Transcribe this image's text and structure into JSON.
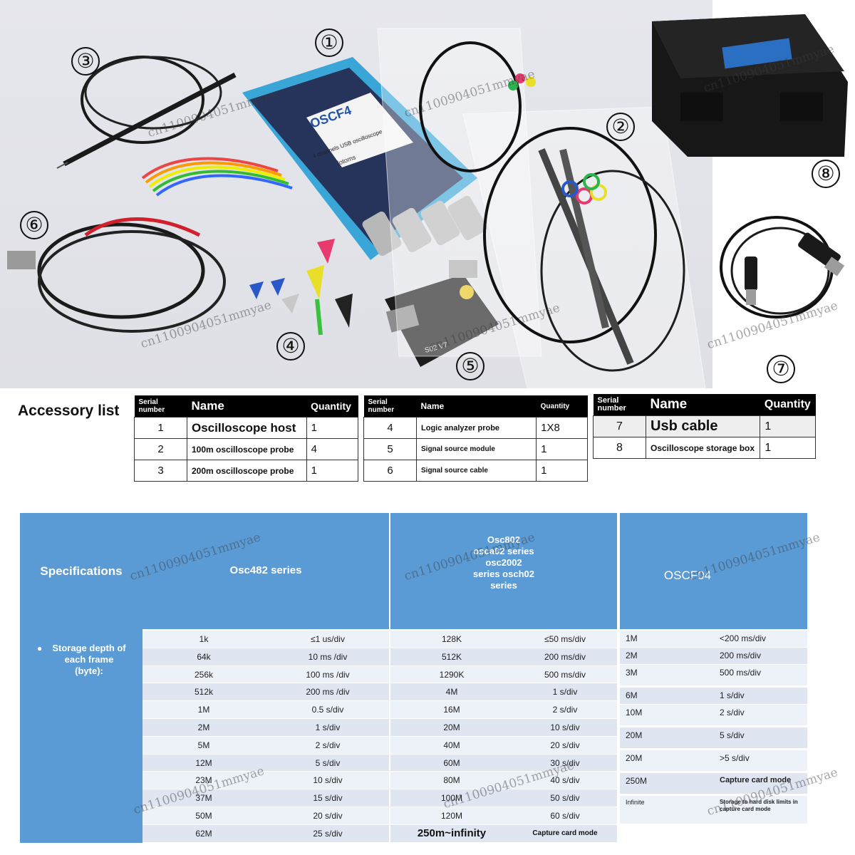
{
  "callouts": [
    "①",
    "②",
    "③",
    "④",
    "⑤",
    "⑥",
    "⑦",
    "⑧"
  ],
  "device": {
    "brand_label": "OSCF4",
    "subtitle": "4 channels USB oscilloscope",
    "maker": "lotoms"
  },
  "module_label": "S02 V7",
  "watermark": "cn1100904051mmyae",
  "accessory": {
    "title": "Accessory list",
    "headers": {
      "serial": "Serial number",
      "name": "Name",
      "quantity": "Quantity"
    },
    "tables": [
      {
        "rows": [
          {
            "n": "1",
            "name": "Oscilloscope host",
            "qty": "1"
          },
          {
            "n": "2",
            "name": "100m oscilloscope probe",
            "qty": "4"
          },
          {
            "n": "3",
            "name": "200m oscilloscope probe",
            "qty": "1"
          }
        ]
      },
      {
        "rows": [
          {
            "n": "4",
            "name": "Logic analyzer probe",
            "qty": "1X8"
          },
          {
            "n": "5",
            "name": "Signal source module",
            "qty": "1"
          },
          {
            "n": "6",
            "name": "Signal source cable",
            "qty": "1"
          }
        ]
      },
      {
        "rows": [
          {
            "n": "7",
            "name": "Usb cable",
            "qty": "1"
          },
          {
            "n": "8",
            "name": "Oscilloscope storage box",
            "qty": "1"
          }
        ]
      }
    ]
  },
  "specs": {
    "label": "Specifications",
    "row_label": "Storage depth of each frame (byte):",
    "bullet": "●",
    "series": [
      "Osc482 series",
      "Osc802\nosca02 series\nosc2002\nseries osch02\nseries",
      "OSCF04"
    ],
    "osc482": [
      [
        "1k",
        "≤1 us/div"
      ],
      [
        "64k",
        "10 ms /div"
      ],
      [
        "256k",
        "100 ms /div"
      ],
      [
        "512k",
        "200 ms /div"
      ],
      [
        "1M",
        "0.5 s/div"
      ],
      [
        "2M",
        "1 s/div"
      ],
      [
        "5M",
        "2 s/div"
      ],
      [
        "12M",
        "5 s/div"
      ],
      [
        "23M",
        "10 s/div"
      ],
      [
        "37M",
        "15 s/div"
      ],
      [
        "50M",
        "20 s/div"
      ],
      [
        "62M",
        "25 s/div"
      ]
    ],
    "osc802": [
      [
        "128K",
        "≤50 ms/div"
      ],
      [
        "512K",
        "200 ms/div"
      ],
      [
        "1290K",
        "500 ms/div"
      ],
      [
        "4M",
        "1 s/div"
      ],
      [
        "16M",
        "2 s/div"
      ],
      [
        "20M",
        "10 s/div"
      ],
      [
        "40M",
        "20 s/div"
      ],
      [
        "60M",
        "30 s/div"
      ],
      [
        "80M",
        "40 s/div"
      ],
      [
        "100M",
        "50 s/div"
      ],
      [
        "120M",
        "60 s/div"
      ],
      [
        "250m~infinity",
        "Capture card mode"
      ]
    ],
    "oscf04": [
      [
        "1M",
        "<200 ms/div"
      ],
      [
        "2M",
        "200 ms/div"
      ],
      [
        "3M",
        "500 ms/div"
      ],
      [
        "6M",
        "1 s/div"
      ],
      [
        "10M",
        "2 s/div"
      ],
      [
        "20M",
        "5 s/div"
      ],
      [
        "20M",
        ">5 s/div"
      ],
      [
        "250M",
        "Capture card mode"
      ],
      [
        "Infinite",
        "Storage to hard disk limits in capture card mode"
      ]
    ]
  }
}
